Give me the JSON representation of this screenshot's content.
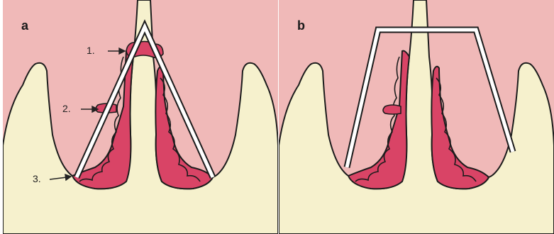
{
  "panels": [
    {
      "letter": "a",
      "callouts": [
        {
          "label": "1."
        },
        {
          "label": "2."
        },
        {
          "label": "3."
        }
      ]
    },
    {
      "letter": "b"
    }
  ],
  "colors": {
    "background_tissue": "#f0b9b8",
    "cream": "#f6f1cd",
    "pocket_fill": "#d94466",
    "outline": "#1c1c1c",
    "instrument": "#ffffff"
  }
}
